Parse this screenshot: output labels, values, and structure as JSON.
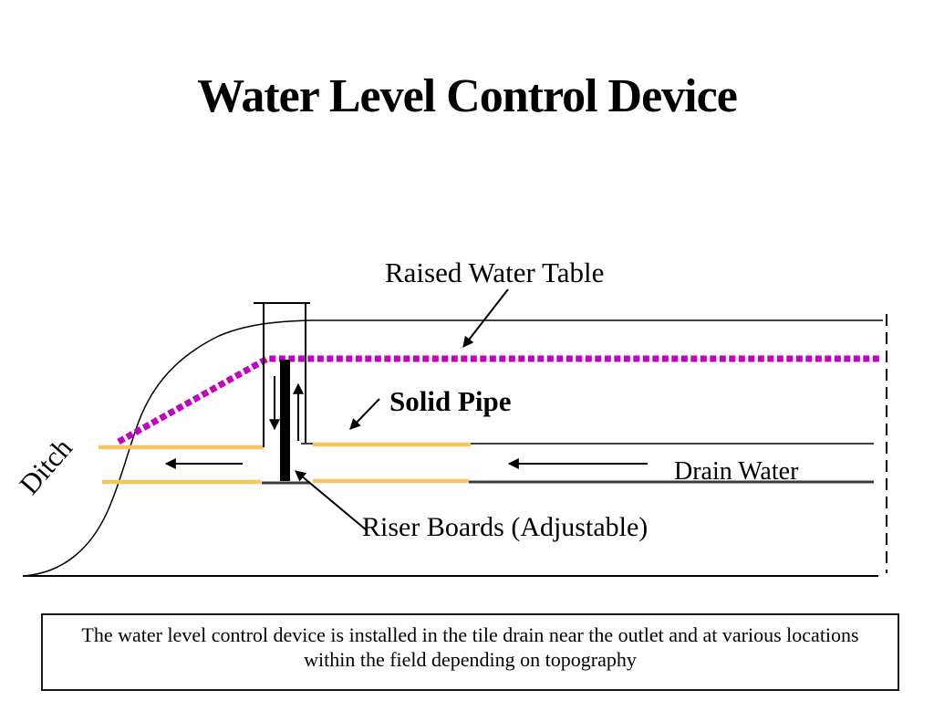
{
  "slide": {
    "title": "Water Level Control Device"
  },
  "diagram": {
    "labels": {
      "raised_water_table": "Raised Water Table",
      "solid_pipe": "Solid Pipe",
      "ditch": "Ditch",
      "drain_water": "Drain Water",
      "riser_boards": "Riser Boards (Adjustable)"
    },
    "colors": {
      "dotted_water_table": "#C101C1",
      "pipe_highlight": "#FAC55F",
      "pipe_shadow": "#3D3D3D",
      "ink": "#000000"
    }
  },
  "caption": {
    "line1": "The water level control device is installed in the tile drain near the outlet and at various locations",
    "line2": "within the field depending on topography"
  }
}
